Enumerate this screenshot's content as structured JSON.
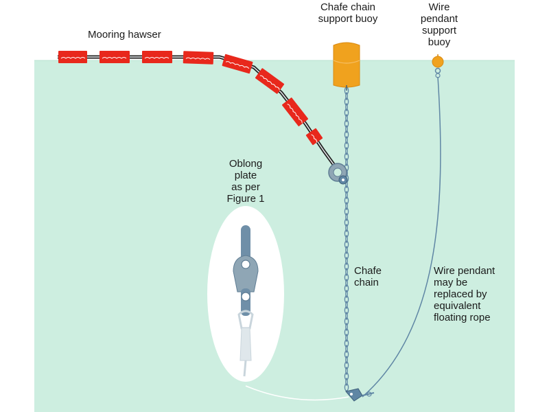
{
  "labels": {
    "mooring_hawser": "Mooring hawser",
    "chafe_buoy": [
      "Chafe chain",
      "support buoy"
    ],
    "wire_buoy": [
      "Wire",
      "pendant",
      "support",
      "buoy"
    ],
    "oblong_plate": [
      "Oblong",
      "plate",
      "as per",
      "Figure 1"
    ],
    "chafe_chain": [
      "Chafe",
      "chain"
    ],
    "wire_note": [
      "Wire pendant",
      "may be",
      "replaced by",
      "equivalent",
      "floating rope"
    ]
  },
  "colors": {
    "sea": "#cdeee0",
    "hawser": "#e8281c",
    "buoy": "#f0a21e",
    "chain": "#5f86a4",
    "metal": "#8fa6b5",
    "ellipse": "#ffffff"
  }
}
